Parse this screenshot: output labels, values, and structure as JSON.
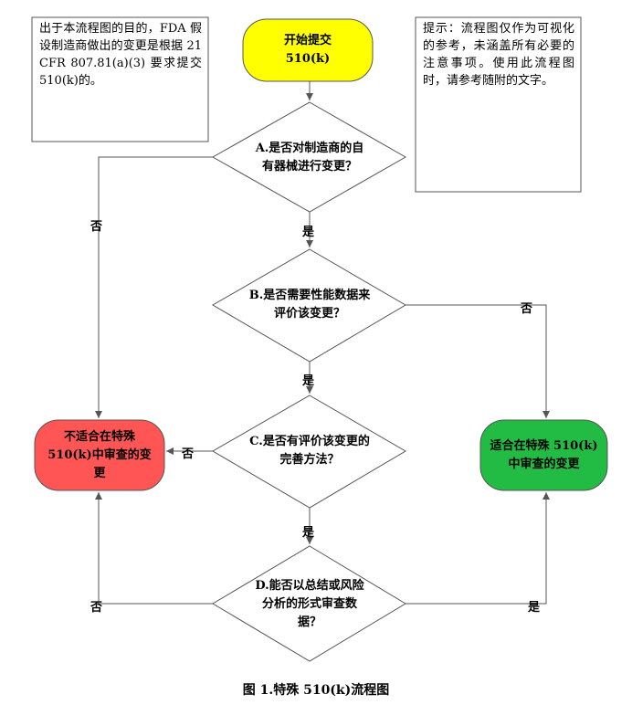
{
  "colors": {
    "start": "#ffff00",
    "not_suitable": "#ff5555",
    "suitable": "#22bb44",
    "line": "#555555"
  },
  "notes": {
    "left": "出于本流程图的目的，FDA 假设制造商做出的变更是根据 21 CFR 807.81(a)(3) 要求提交 510(k)的。",
    "right": "提示：流程图仅作为可视化的参考，未涵盖所有必要的注意事项。使用此流程图时，请参考随附的文字。"
  },
  "nodes": {
    "start": "开始提交 510(k)",
    "A": "A.是否对制造商的自有器械进行变更？",
    "B": "B.是否需要性能数据来评价该变更？",
    "C": "C.是否有评价该变更的完善方法？",
    "D": "D.能否以总结或风险分析的形式审查数据？",
    "not_suitable": "不适合在特殊510(k)中审查的变更",
    "suitable": "适合在特殊 510(k) 中审查的变更"
  },
  "labels": {
    "yes": "是",
    "no": "否"
  },
  "caption": "图 1.特殊 510(k)流程图"
}
